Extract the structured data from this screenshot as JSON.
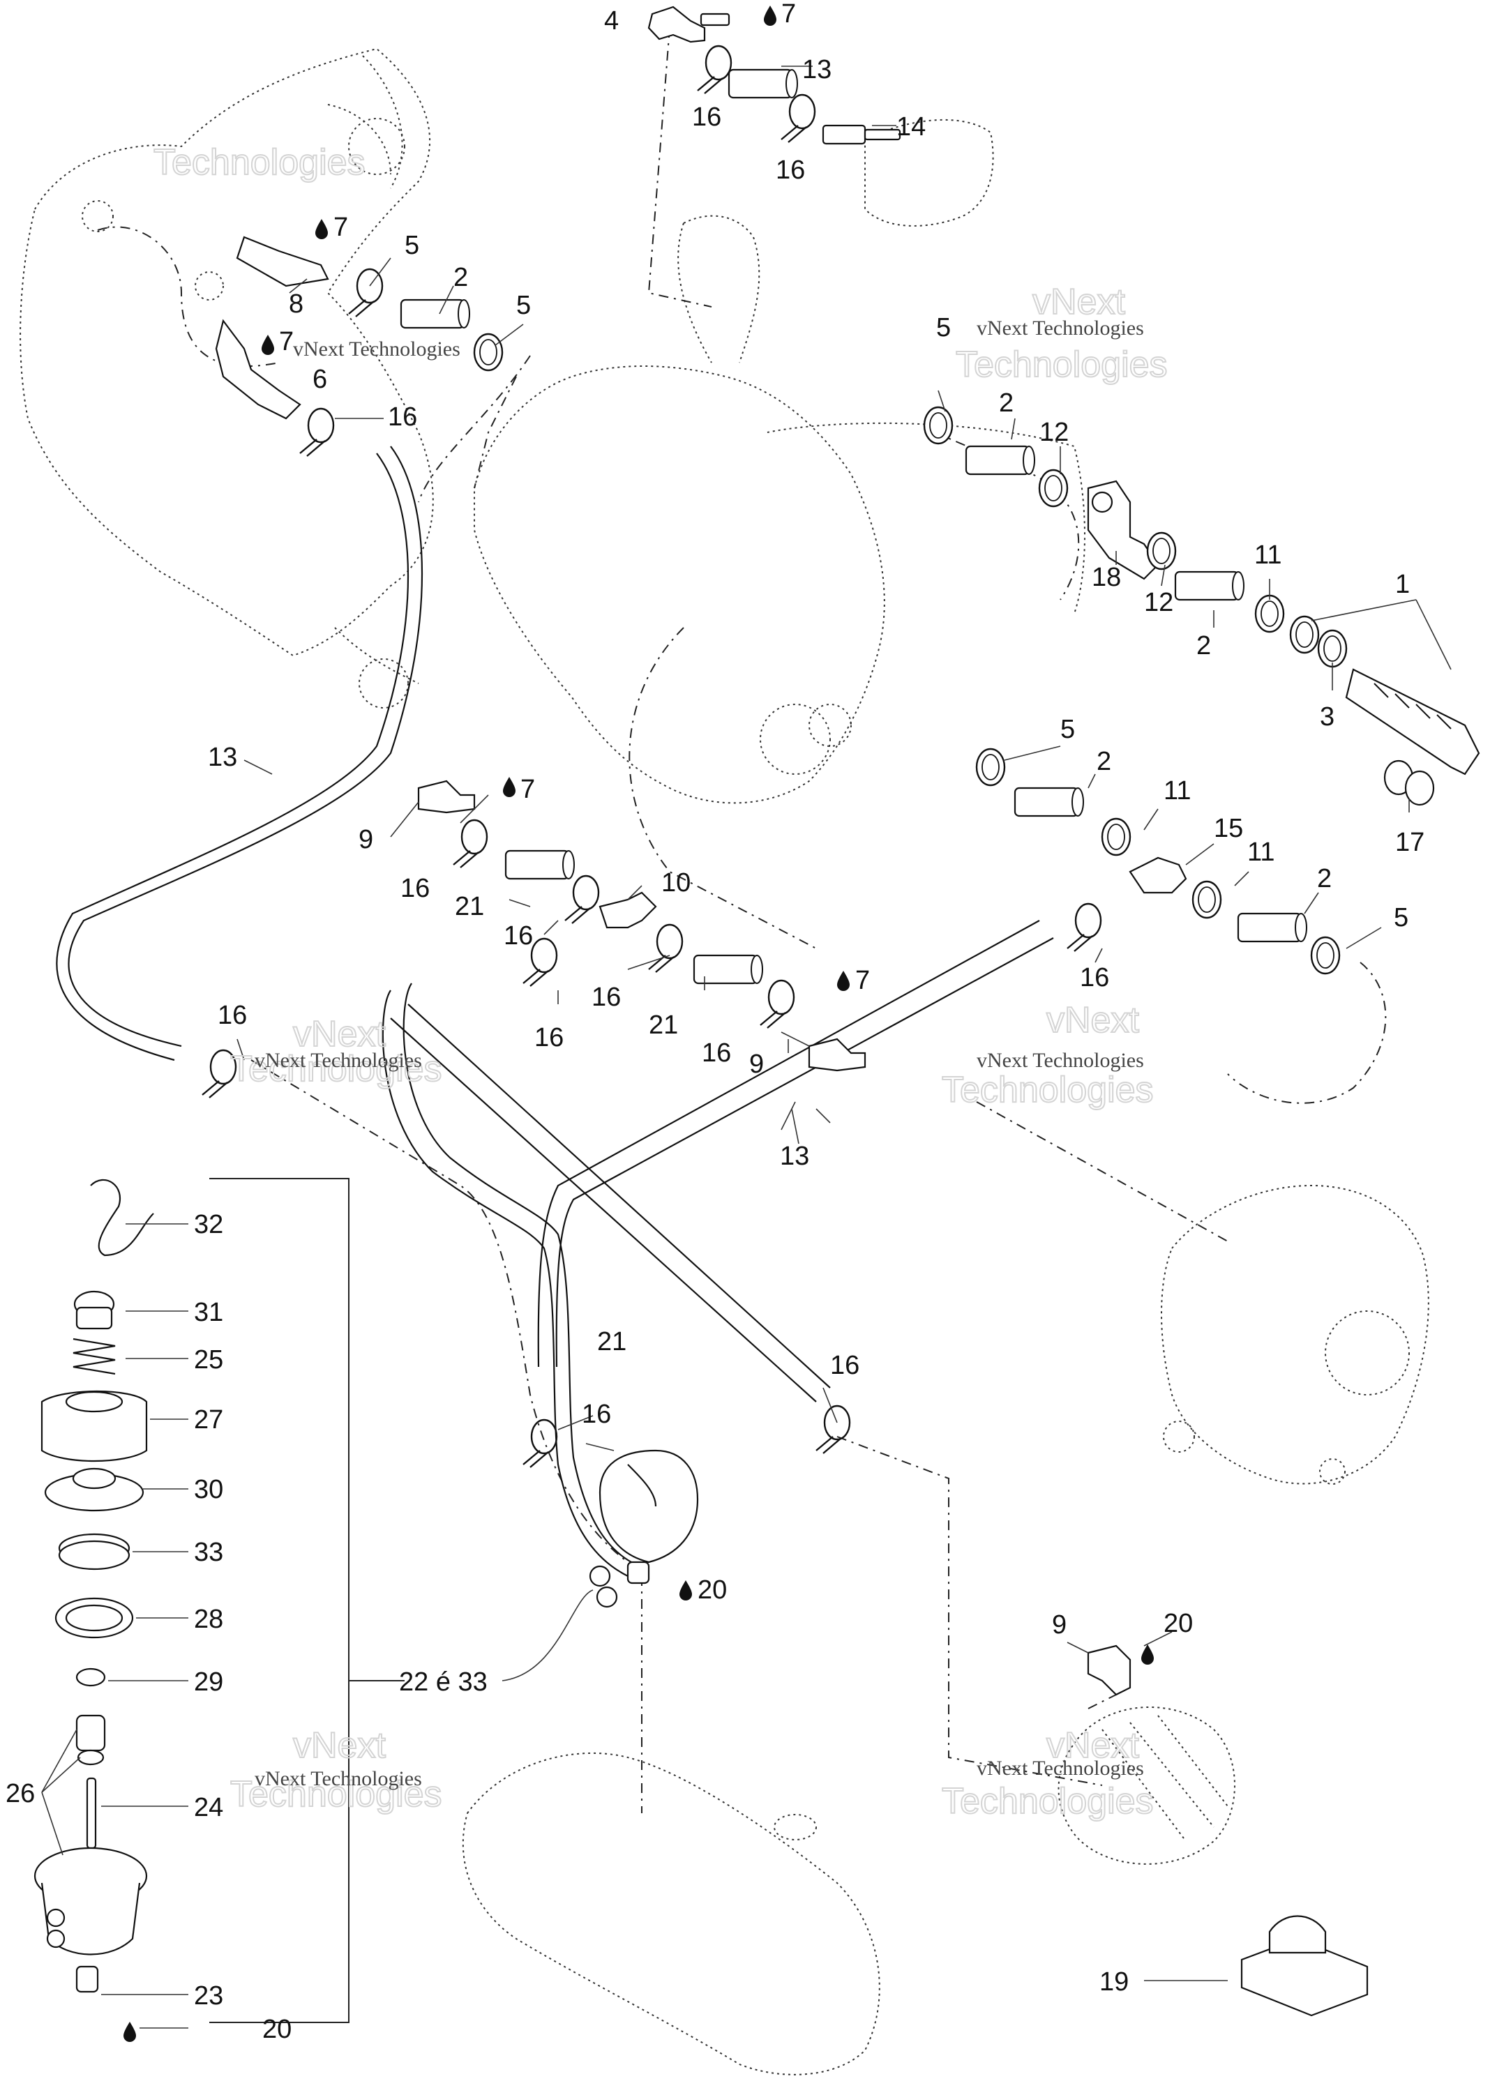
{
  "watermark": {
    "text": "vNext Technologies",
    "large_text": "Technologies",
    "small_text": "vNext"
  },
  "callouts": [
    {
      "id": "c4",
      "label": "4"
    },
    {
      "id": "c7a",
      "label": "7"
    },
    {
      "id": "c13a",
      "label": "13"
    },
    {
      "id": "c16a",
      "label": "16"
    },
    {
      "id": "c14",
      "label": "14"
    },
    {
      "id": "c16b",
      "label": "16"
    },
    {
      "id": "c7b",
      "label": "7"
    },
    {
      "id": "c5a",
      "label": "5"
    },
    {
      "id": "c2a",
      "label": "2"
    },
    {
      "id": "c8",
      "label": "8"
    },
    {
      "id": "c7c",
      "label": "7"
    },
    {
      "id": "c5b",
      "label": "5"
    },
    {
      "id": "c6",
      "label": "6"
    },
    {
      "id": "c16c",
      "label": "16"
    },
    {
      "id": "c5c",
      "label": "5"
    },
    {
      "id": "c2b",
      "label": "2"
    },
    {
      "id": "c12a",
      "label": "12"
    },
    {
      "id": "c18",
      "label": "18"
    },
    {
      "id": "c12b",
      "label": "12"
    },
    {
      "id": "c11a",
      "label": "11"
    },
    {
      "id": "c1",
      "label": "1"
    },
    {
      "id": "c2c",
      "label": "2"
    },
    {
      "id": "c3",
      "label": "3"
    },
    {
      "id": "c17",
      "label": "17"
    },
    {
      "id": "c13b",
      "label": "13"
    },
    {
      "id": "c7d",
      "label": "7"
    },
    {
      "id": "c9a",
      "label": "9"
    },
    {
      "id": "c5d",
      "label": "5"
    },
    {
      "id": "c2d",
      "label": "2"
    },
    {
      "id": "c11b",
      "label": "11"
    },
    {
      "id": "c15",
      "label": "15"
    },
    {
      "id": "c11c",
      "label": "11"
    },
    {
      "id": "c2e",
      "label": "2"
    },
    {
      "id": "c5e",
      "label": "5"
    },
    {
      "id": "c16d",
      "label": "16"
    },
    {
      "id": "c10",
      "label": "10"
    },
    {
      "id": "c21a",
      "label": "21"
    },
    {
      "id": "c16e",
      "label": "16"
    },
    {
      "id": "c16f",
      "label": "16"
    },
    {
      "id": "c16g",
      "label": "16"
    },
    {
      "id": "c21b",
      "label": "21"
    },
    {
      "id": "c7e",
      "label": "7"
    },
    {
      "id": "c16h",
      "label": "16"
    },
    {
      "id": "c9b",
      "label": "9"
    },
    {
      "id": "c16i",
      "label": "16"
    },
    {
      "id": "c16j",
      "label": "16"
    },
    {
      "id": "c13c",
      "label": "13"
    },
    {
      "id": "c32",
      "label": "32"
    },
    {
      "id": "c31",
      "label": "31"
    },
    {
      "id": "c25",
      "label": "25"
    },
    {
      "id": "c27",
      "label": "27"
    },
    {
      "id": "c30",
      "label": "30"
    },
    {
      "id": "c33",
      "label": "33"
    },
    {
      "id": "c28",
      "label": "28"
    },
    {
      "id": "c29",
      "label": "29"
    },
    {
      "id": "c26",
      "label": "26"
    },
    {
      "id": "c24",
      "label": "24"
    },
    {
      "id": "c23",
      "label": "23"
    },
    {
      "id": "c20a",
      "label": "20"
    },
    {
      "id": "c21c",
      "label": "21"
    },
    {
      "id": "c16k",
      "label": "16"
    },
    {
      "id": "c16l",
      "label": "16"
    },
    {
      "id": "c20b",
      "label": "20"
    },
    {
      "id": "c2233",
      "label": "22 é 33"
    },
    {
      "id": "c9c",
      "label": "9"
    },
    {
      "id": "c20c",
      "label": "20"
    },
    {
      "id": "c19",
      "label": "19"
    }
  ]
}
